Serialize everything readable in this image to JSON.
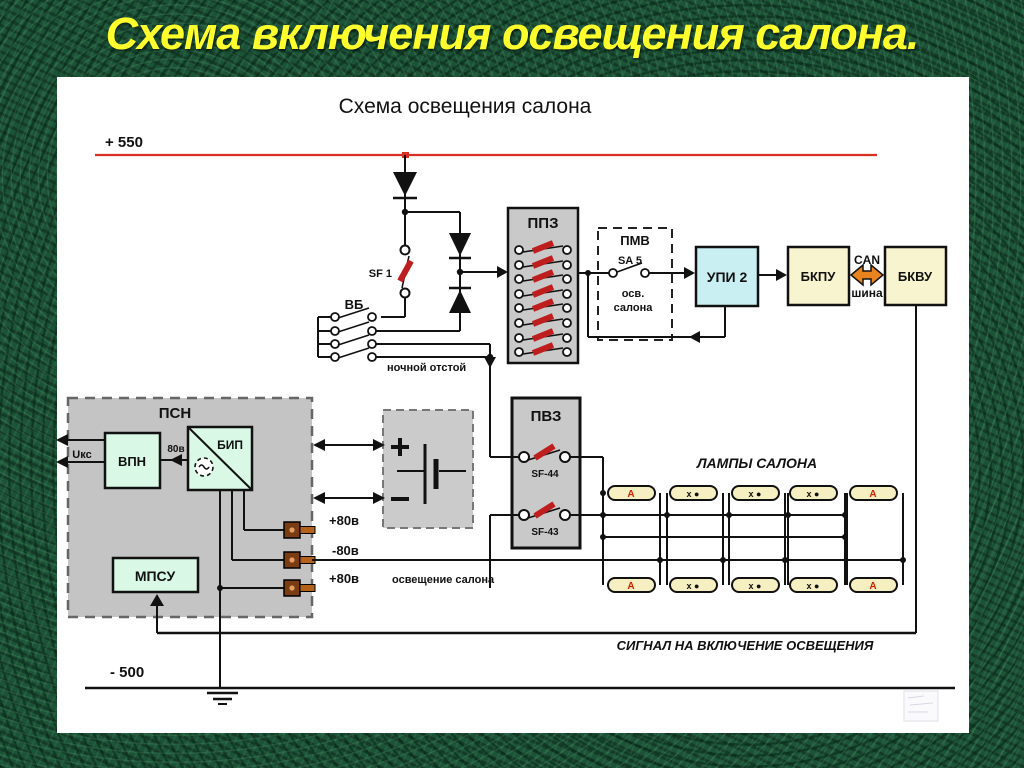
{
  "slide": {
    "title": "Схема включения освещения салона."
  },
  "diagram": {
    "title": "Схема освещения салона",
    "bus_positive": "+ 550",
    "bus_negative": "- 500",
    "night_mode_label": "ночной отстой",
    "signal_label": "СИГНАЛ НА ВКЛЮЧЕНИЕ ОСВЕЩЕНИЯ",
    "lamps_title": "ЛАМПЫ САЛОНА",
    "blocks": {
      "vb": "ВБ",
      "sf1": "SF 1",
      "ppz": "ППЗ",
      "pmv": "ПМВ",
      "sa5": "SA 5",
      "sa5_line1": "осв.",
      "sa5_line2": "салона",
      "upi2": "УПИ 2",
      "bkpu": "БКПУ",
      "can": "CAN",
      "can_bus": "шина",
      "bkvu": "БКВУ",
      "psn": "ПСН",
      "vpn": "ВПН",
      "bip": "БИП",
      "mpsu": "МПСУ",
      "pvz": "ПВЗ",
      "sf44": "SF-44",
      "sf43": "SF-43",
      "uks": "Uкс",
      "v80": "80в"
    },
    "power_labels": {
      "plus80_1": "+80в",
      "minus80": "-80в",
      "plus80_2": "+80в",
      "cabin_lighting": "освещение салона"
    },
    "lamps": {
      "top": [
        "А",
        "х ●",
        "х ●",
        "х ●",
        "А"
      ],
      "bottom": [
        "А",
        "х ●",
        "х ●",
        "х ●",
        "А"
      ]
    },
    "colors": {
      "background_green": "#1c5236",
      "title_yellow": "#ffff2e",
      "bus_red": "#d93025",
      "fuse_red": "#bf1e1e",
      "block_gray": "#c9c9c9",
      "psn_gray": "#c4c4c4",
      "battery_gray": "#cbcbcb",
      "mint": "#d9f8e6",
      "cyan": "#c9eff2",
      "pale_yellow": "#f8f4cf",
      "lamp_yellow": "#f5efc2",
      "connector_brown": "#7a3c12",
      "connector_pin": "#b4611c",
      "can_orange": "#e8831d"
    }
  }
}
